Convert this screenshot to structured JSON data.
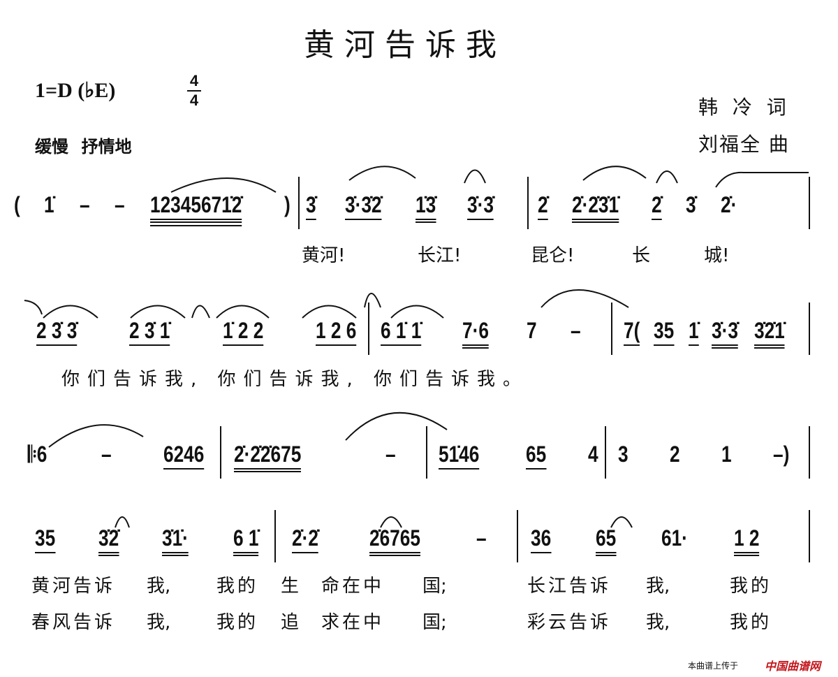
{
  "title": "黄河告诉我",
  "key": "1=D (♭E)",
  "time_signature": {
    "top": "4",
    "bottom": "4"
  },
  "tempo": "缓慢  抒情地",
  "lyricist": "韩 冷 词",
  "composer": "刘福全 曲",
  "rows": [
    {
      "measures": [
        [
          {
            "t": "("
          },
          {
            "t": "1̇"
          },
          {
            "t": "–"
          },
          {
            "t": "–"
          },
          {
            "t": "12345671̇2̇",
            "u": 3
          },
          {
            "t": ")"
          }
        ],
        [
          {
            "t": "3̇",
            "u": 1
          },
          {
            "t": "3̇·3̇2̇",
            "u": 1
          },
          {
            "t": "1̇3̇",
            "u": 2
          },
          {
            "t": "3̇·3̇",
            "u": 1
          }
        ],
        [
          {
            "t": "2̇",
            "u": 1
          },
          {
            "t": "2̇·2̇3̇1̇",
            "u": 2
          },
          {
            "t": "2̇",
            "u": 1
          },
          {
            "t": "3̇"
          },
          {
            "t": "2̇·"
          }
        ]
      ]
    },
    {
      "measures": [
        [
          {
            "t": "2 3̇ 3̇",
            "u": 1
          },
          {
            "t": "2 3̇ 1̇",
            "u": 1
          },
          {
            "t": "1̇ 2 2",
            "u": 1
          },
          {
            "t": "1 2 6",
            "u": 1
          }
        ],
        [
          {
            "t": "6 1̇ 1̇",
            "u": 1
          },
          {
            "t": "7·6",
            "u": 2
          },
          {
            "t": "7"
          },
          {
            "t": "–"
          }
        ],
        [
          {
            "t": "7(",
            "u": 1
          },
          {
            "t": "35",
            "u": 1
          },
          {
            "t": "1̇",
            "u": 1
          },
          {
            "t": "3̇·3̇",
            "u": 2
          },
          {
            "t": "3̇2̇1̇",
            "u": 2
          }
        ]
      ]
    },
    {
      "measures": [
        [
          {
            "t": "𝄆6"
          },
          {
            "t": "–"
          },
          {
            "t": "6246",
            "u": 1
          }
        ],
        [
          {
            "t": "2̇·2̇2̇675",
            "u": 2
          },
          {
            "t": "–"
          }
        ],
        [
          {
            "t": "51̇46",
            "u": 1
          },
          {
            "t": "65",
            "u": 1
          },
          {
            "t": "4"
          }
        ],
        [
          {
            "t": "3"
          },
          {
            "t": "2"
          },
          {
            "t": "1"
          },
          {
            "t": "–)"
          }
        ]
      ]
    },
    {
      "measures": [
        [
          {
            "t": "35",
            "u": 1
          },
          {
            "t": "3̇2̇",
            "u": 2
          },
          {
            "t": "3̇1̇·",
            "u": 2
          },
          {
            "t": "6 1̇",
            "u": 2
          }
        ],
        [
          {
            "t": "2̇·2̇",
            "u": 1
          },
          {
            "t": "2̇6765",
            "u": 2
          },
          {
            "t": "–"
          }
        ],
        [
          {
            "t": "36",
            "u": 1
          },
          {
            "t": "65",
            "u": 2
          },
          {
            "t": "61·"
          },
          {
            "t": "1 2",
            "u": 2
          }
        ]
      ]
    }
  ],
  "lyrics": {
    "row1": [
      "黄河!",
      "长江!",
      "昆仑!",
      "长",
      "城!"
    ],
    "row2": "你们告诉我, 你们告诉我, 你们告诉我。",
    "verse1": [
      "黄河告诉",
      "我,",
      "我的",
      "生",
      "命在中",
      "国;",
      "长江告诉",
      "我,",
      "我的"
    ],
    "verse2": [
      "春风告诉",
      "我,",
      "我的",
      "追",
      "求在中",
      "国;",
      "彩云告诉",
      "我,",
      "我的"
    ]
  },
  "footer": {
    "uploaded": "本曲谱上传于",
    "site": "中国曲谱网"
  },
  "colors": {
    "ink": "#111111",
    "logo": "#c4161c"
  }
}
